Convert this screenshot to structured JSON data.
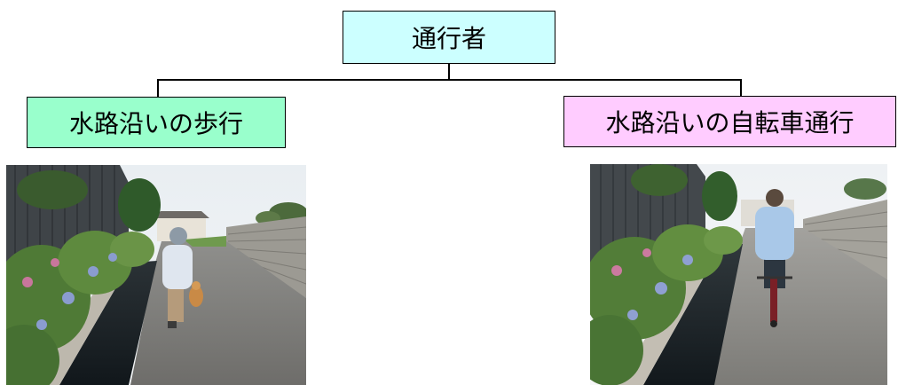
{
  "root": {
    "label": "通行者"
  },
  "children": [
    {
      "label": "水路沿いの歩行",
      "color": "#99ffcc",
      "photo": "person walking a dog beside a waterway"
    },
    {
      "label": "水路沿いの自転車通行",
      "color": "#ffccff",
      "photo": "person riding a bicycle beside a waterway"
    }
  ],
  "colors": {
    "root": "#ccffff",
    "line": "#000000"
  }
}
